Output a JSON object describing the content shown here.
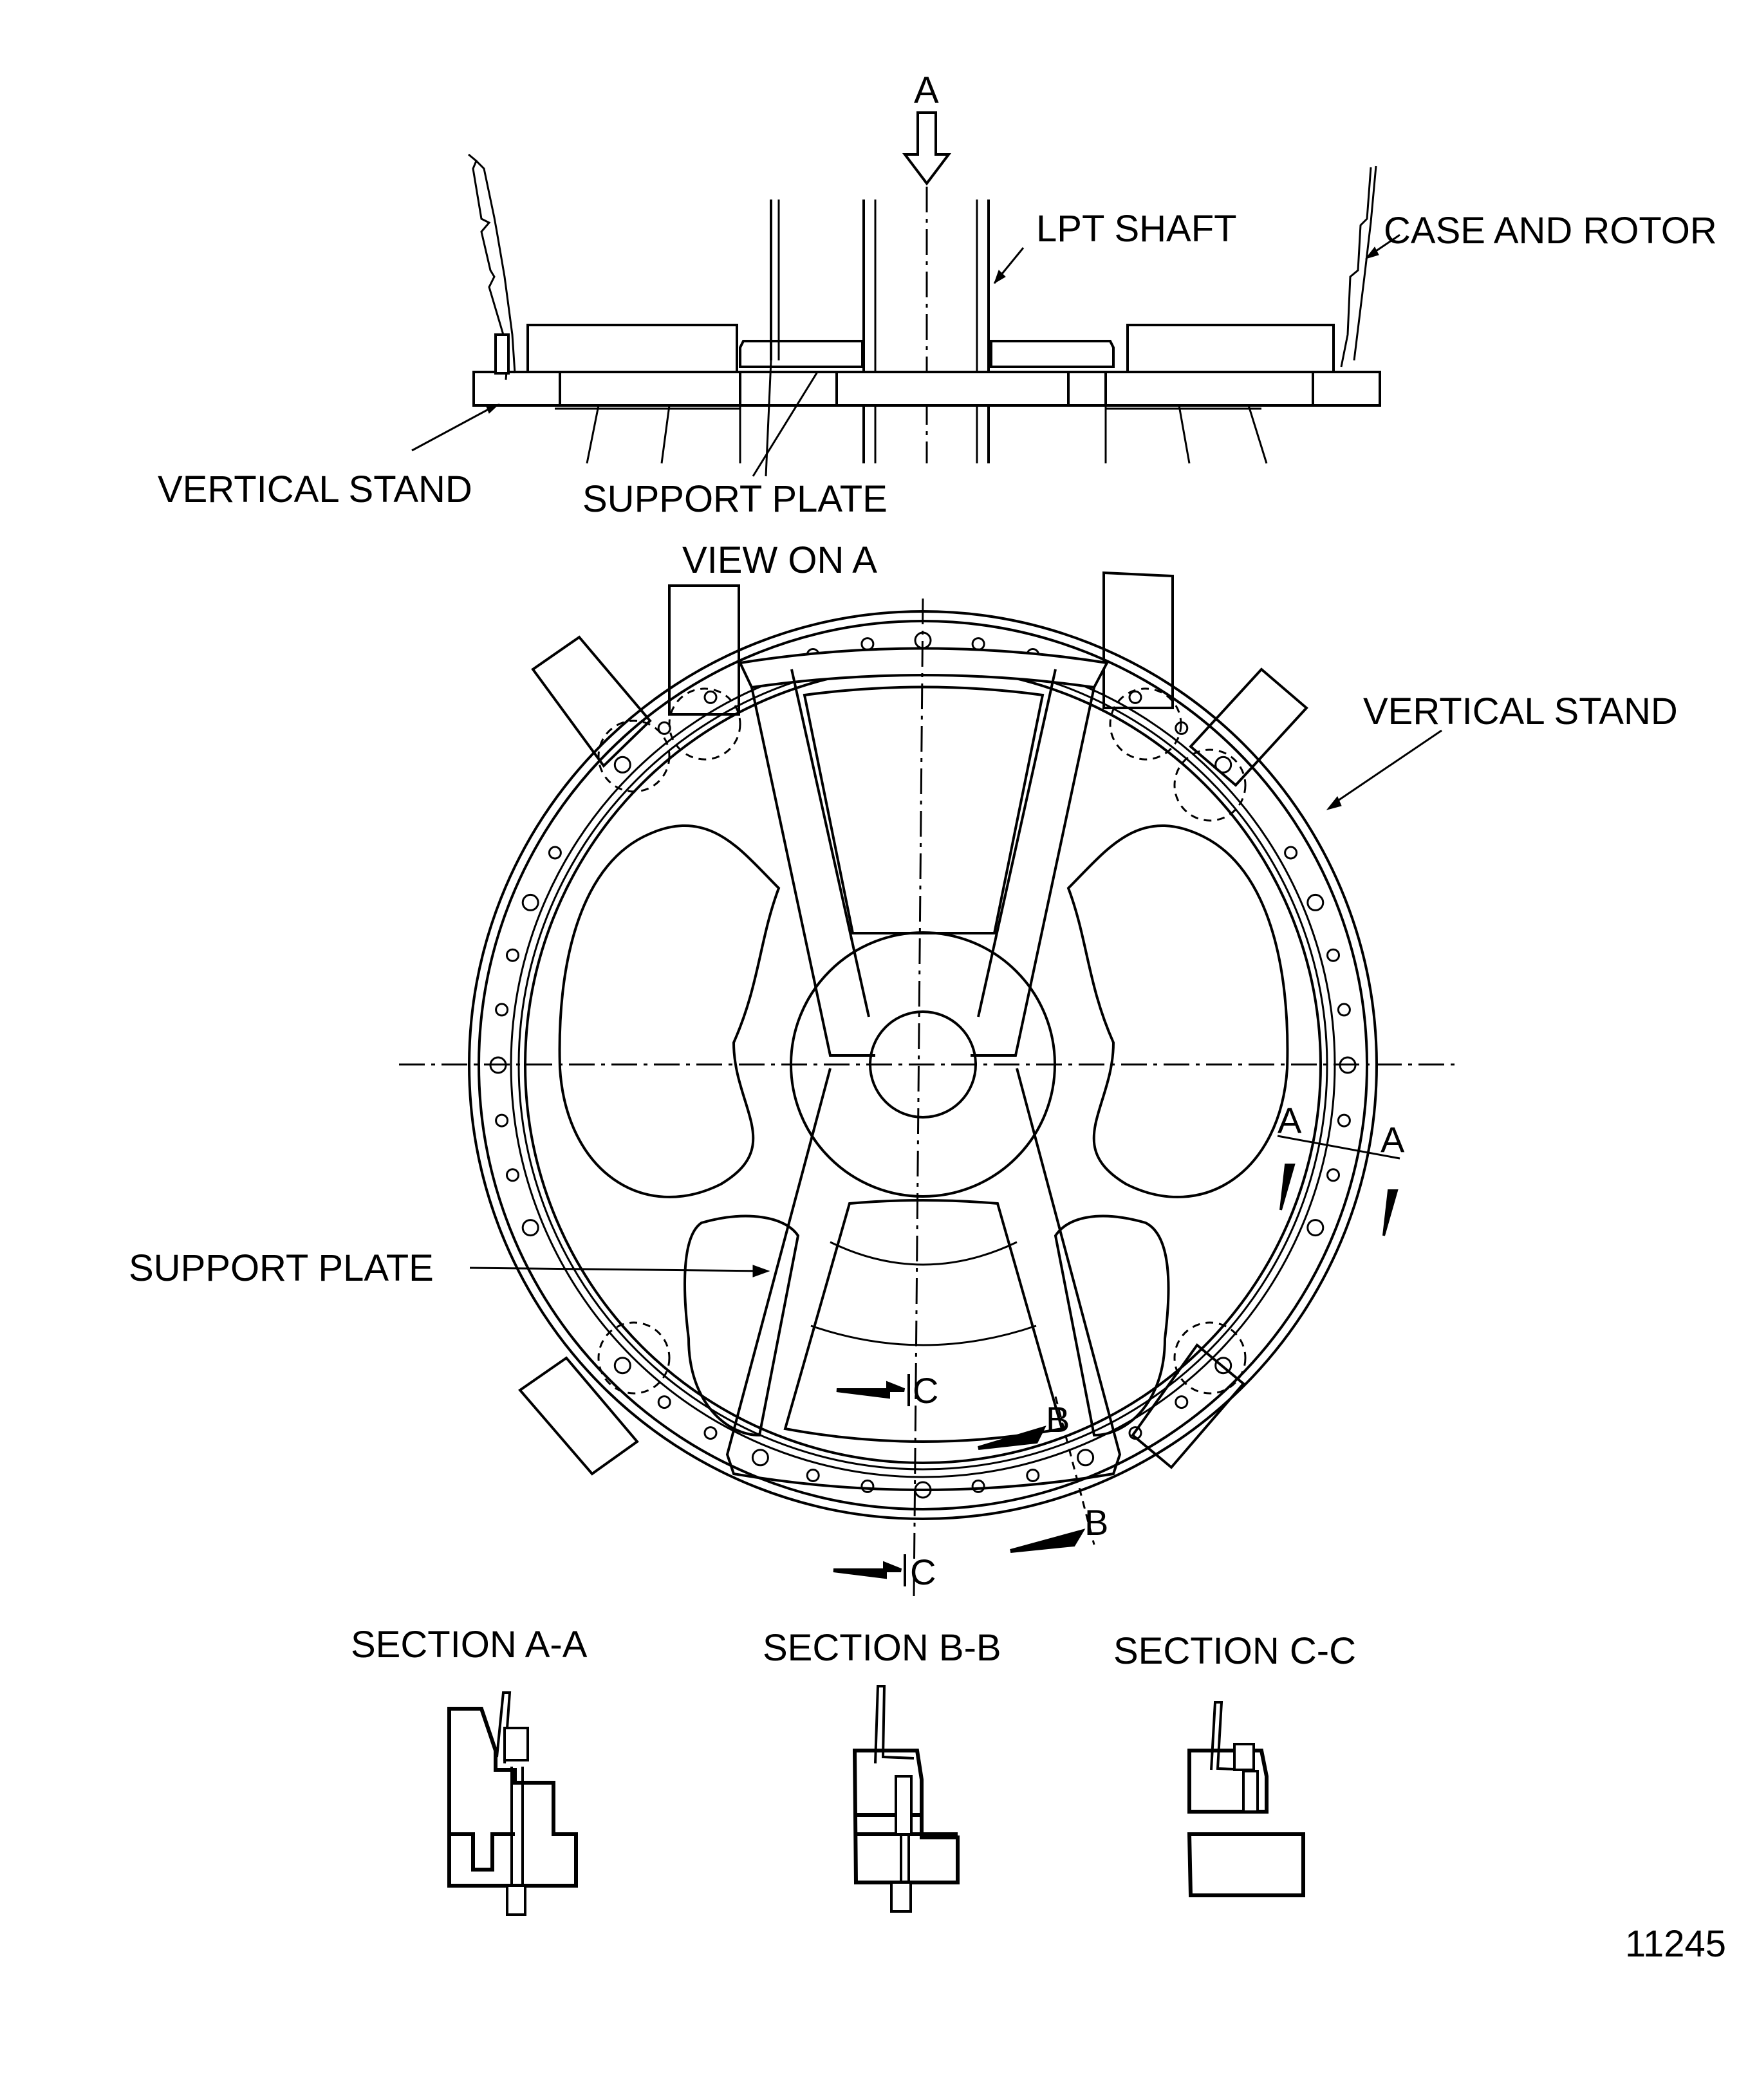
{
  "diagram": {
    "figure_number": "11245",
    "top_view": {
      "view_arrow_label": "A",
      "labels": {
        "lpt_shaft": "LPT SHAFT",
        "case_and_rotor": "CASE AND ROTOR",
        "vertical_stand": "VERTICAL STAND",
        "support_plate": "SUPPORT PLATE"
      }
    },
    "plan_view": {
      "title": "VIEW ON A",
      "labels": {
        "vertical_stand": "VERTICAL STAND",
        "support_plate": "SUPPORT PLATE"
      },
      "section_markers": {
        "a_inner": "A",
        "a_outer": "A",
        "b_inner": "B",
        "b_outer": "B",
        "c_inner": "C",
        "c_outer": "C"
      }
    },
    "sections": [
      {
        "title": "SECTION A-A"
      },
      {
        "title": "SECTION B-B"
      },
      {
        "title": "SECTION C-C"
      }
    ]
  }
}
